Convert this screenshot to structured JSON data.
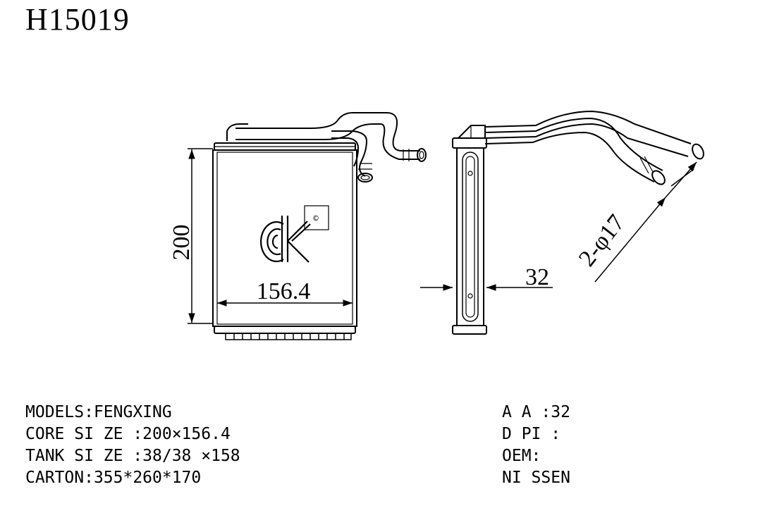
{
  "header": {
    "part_number": "H15019"
  },
  "drawing": {
    "dimensions": {
      "height": "200",
      "width": "156.4",
      "thickness": "32",
      "pipes": "2-φ17"
    },
    "logo_mark": "©",
    "line_color": "#000000"
  },
  "specs_left": [
    {
      "label": "MODELS:",
      "value": "FENGXING"
    },
    {
      "label": "CORE SI ZE :",
      "value": "200×156.4"
    },
    {
      "label": "TANK SI ZE :",
      "value": "38/38 ×158"
    },
    {
      "label": "CARTON:",
      "value": "355*260*170"
    }
  ],
  "specs_right": [
    {
      "label": "A A :",
      "value": "32"
    },
    {
      "label": "D PI :",
      "value": ""
    },
    {
      "label": "OEM:",
      "value": ""
    },
    {
      "label": "",
      "value": "NI SSEN"
    }
  ]
}
